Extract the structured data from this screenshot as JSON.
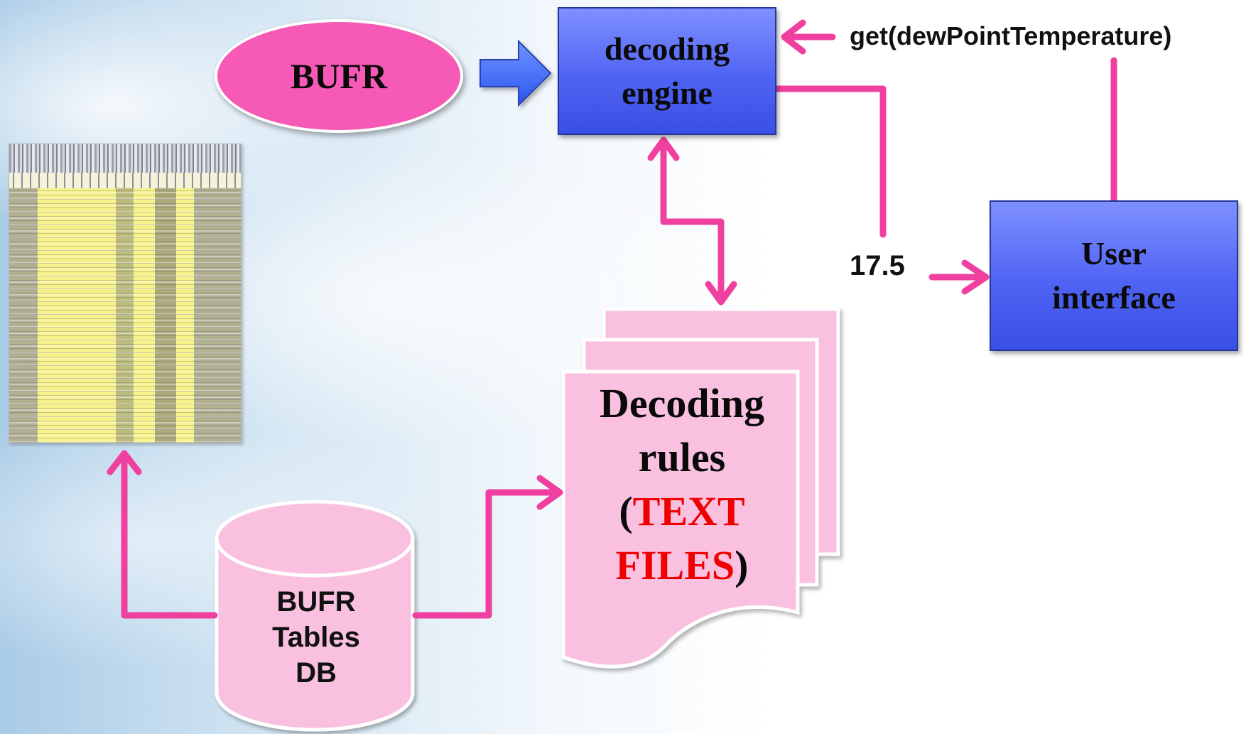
{
  "source": {
    "label": "BUFR"
  },
  "engine": {
    "line1": "decoding",
    "line2": "engine"
  },
  "ui_box": {
    "line1": "User",
    "line2": "interface"
  },
  "request": {
    "label": "get(dewPointTemperature)"
  },
  "result": {
    "label": "17.5"
  },
  "rules": {
    "word1": "Decoding",
    "word2": "rules",
    "paren_open": "(",
    "text_part": "TEXT",
    "files_part": "FILES",
    "paren_close": ")"
  },
  "tables_db": {
    "line1": "BUFR",
    "line2": "Tables",
    "line3": "DB"
  },
  "colors": {
    "pink_arrow": "#f0409f",
    "pink_shape": "#f9c0e0",
    "blue_box": "#4f63f3",
    "blue_arrow": "#3d6bff",
    "red_text": "#f00000"
  }
}
